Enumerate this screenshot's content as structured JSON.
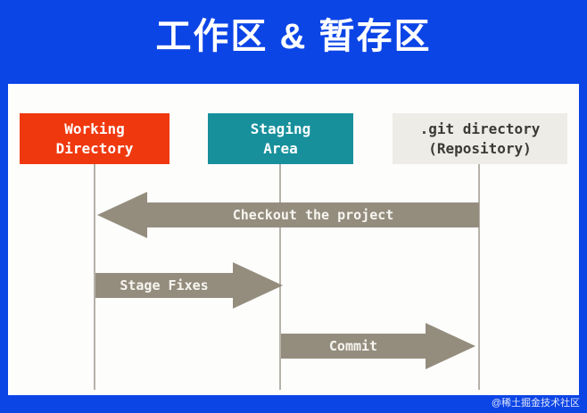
{
  "page": {
    "title": "工作区 & 暂存区",
    "watermark": "@稀土掘金技术社区"
  },
  "colors": {
    "background": "#0c45e6",
    "panel": "#fdfdfc",
    "working_box": "#f0380e",
    "staging_box": "#17909c",
    "git_box": "#edece7",
    "arrow": "#948d7e",
    "lifeline": "#b6b2a9"
  },
  "diagram": {
    "boxes": [
      {
        "id": "working-directory",
        "line1": "Working",
        "line2": "Directory"
      },
      {
        "id": "staging-area",
        "line1": "Staging",
        "line2": "Area"
      },
      {
        "id": "git-directory",
        "line1": ".git directory",
        "line2": "(Repository)"
      }
    ],
    "arrows": [
      {
        "id": "checkout",
        "label": "Checkout the project",
        "direction": "left",
        "from": "git-directory",
        "to": "working-directory"
      },
      {
        "id": "stage-fixes",
        "label": "Stage Fixes",
        "direction": "right",
        "from": "working-directory",
        "to": "staging-area"
      },
      {
        "id": "commit",
        "label": "Commit",
        "direction": "right",
        "from": "staging-area",
        "to": "git-directory"
      }
    ]
  }
}
